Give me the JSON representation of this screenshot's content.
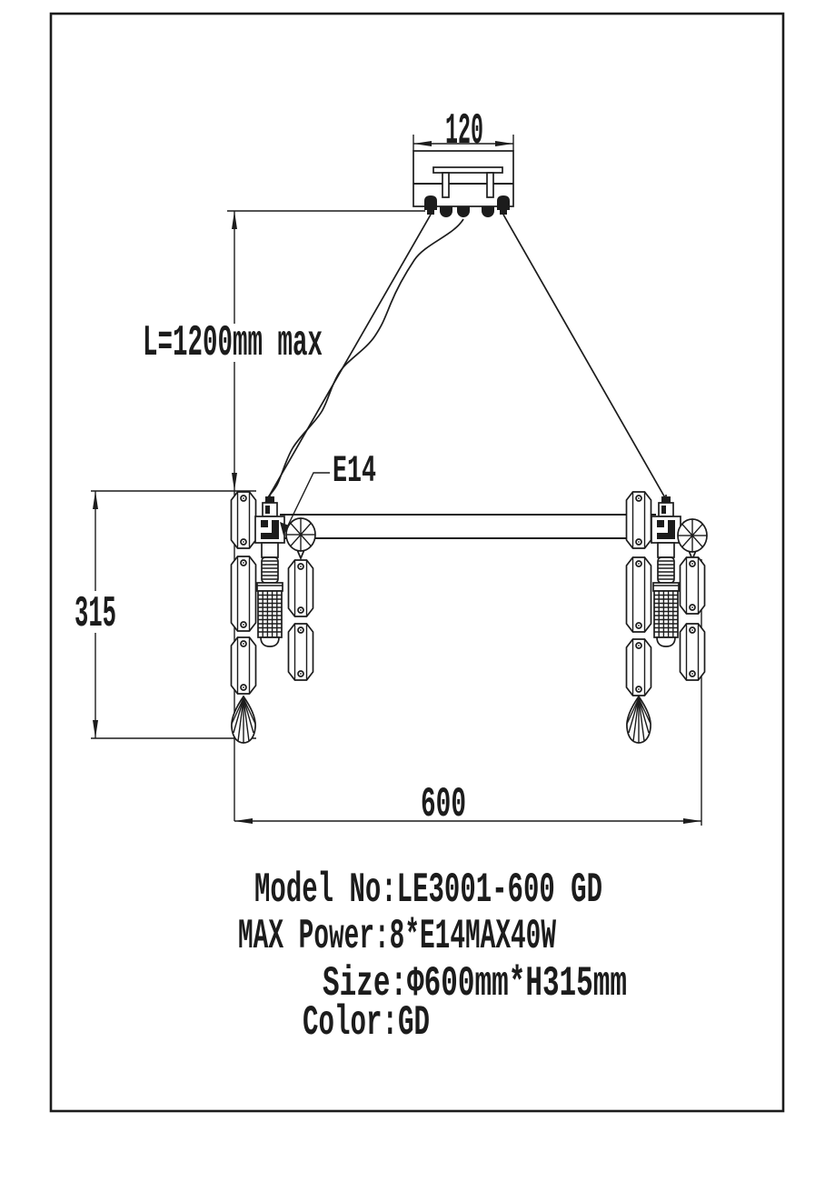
{
  "drawing": {
    "canopy_width_label": "120",
    "suspension_length_label": "L=1200mm max",
    "socket_type_label": "E14",
    "fixture_height_label": "315",
    "fixture_diameter_label": "600"
  },
  "specs": {
    "model_no": "Model No:LE3001-600 GD",
    "max_power": "MAX Power:8*E14MAX40W",
    "size": "Size:Φ600mm*H315mm",
    "color": "Color:GD"
  },
  "colors": {
    "ink": "#1c1c1c",
    "paper": "#ffffff"
  }
}
